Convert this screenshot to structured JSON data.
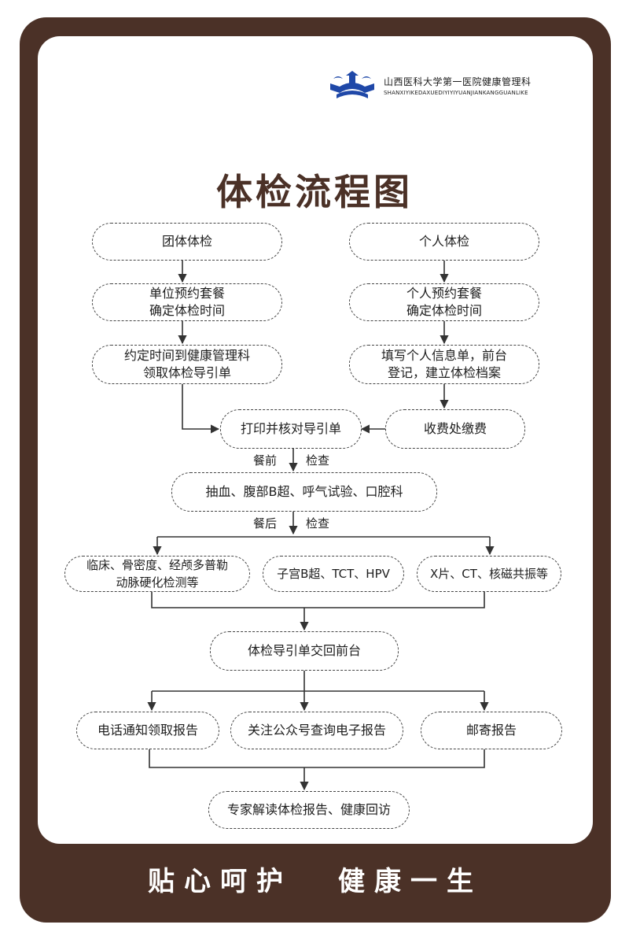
{
  "org": {
    "name_cn": "山西医科大学第一医院健康管理科",
    "name_en": "SHANXIYIKEDAXUEDIYIYIYUANJIANKANGGUANLIKE"
  },
  "title": "体检流程图",
  "colors": {
    "frame": "#4b3127",
    "logo": "#1f48a8",
    "line": "#333333"
  },
  "nodes": {
    "group_exam": "团体体检",
    "personal_exam": "个人体检",
    "unit_booking": [
      "单位预约套餐",
      "确定体检时间"
    ],
    "personal_booking": [
      "个人预约套餐",
      "确定体检时间"
    ],
    "collect_guide": [
      "约定时间到健康管理科",
      "领取体检导引单"
    ],
    "fill_info": [
      "填写个人信息单，前台",
      "登记，建立体检档案"
    ],
    "print_check": "打印并核对导引单",
    "payment": "收费处缴费",
    "fasting_tests": "抽血、腹部B超、呼气试验、口腔科",
    "clinical": [
      "临床、骨密度、经颅多普勒",
      "动脉硬化检测等"
    ],
    "gyn": "子宫B超、TCT、HPV",
    "imaging": "X片、CT、核磁共振等",
    "return_guide": "体检导引单交回前台",
    "phone_notify": "电话通知领取报告",
    "wechat_report": "关注公众号查询电子报告",
    "mail_report": "邮寄报告",
    "expert_followup": "专家解读体检报告、健康回访"
  },
  "labels": {
    "before_meal": "餐前",
    "after_meal": "餐后",
    "check": "检查"
  },
  "slogan": {
    "left": "贴心呵护",
    "right": "健康一生"
  }
}
